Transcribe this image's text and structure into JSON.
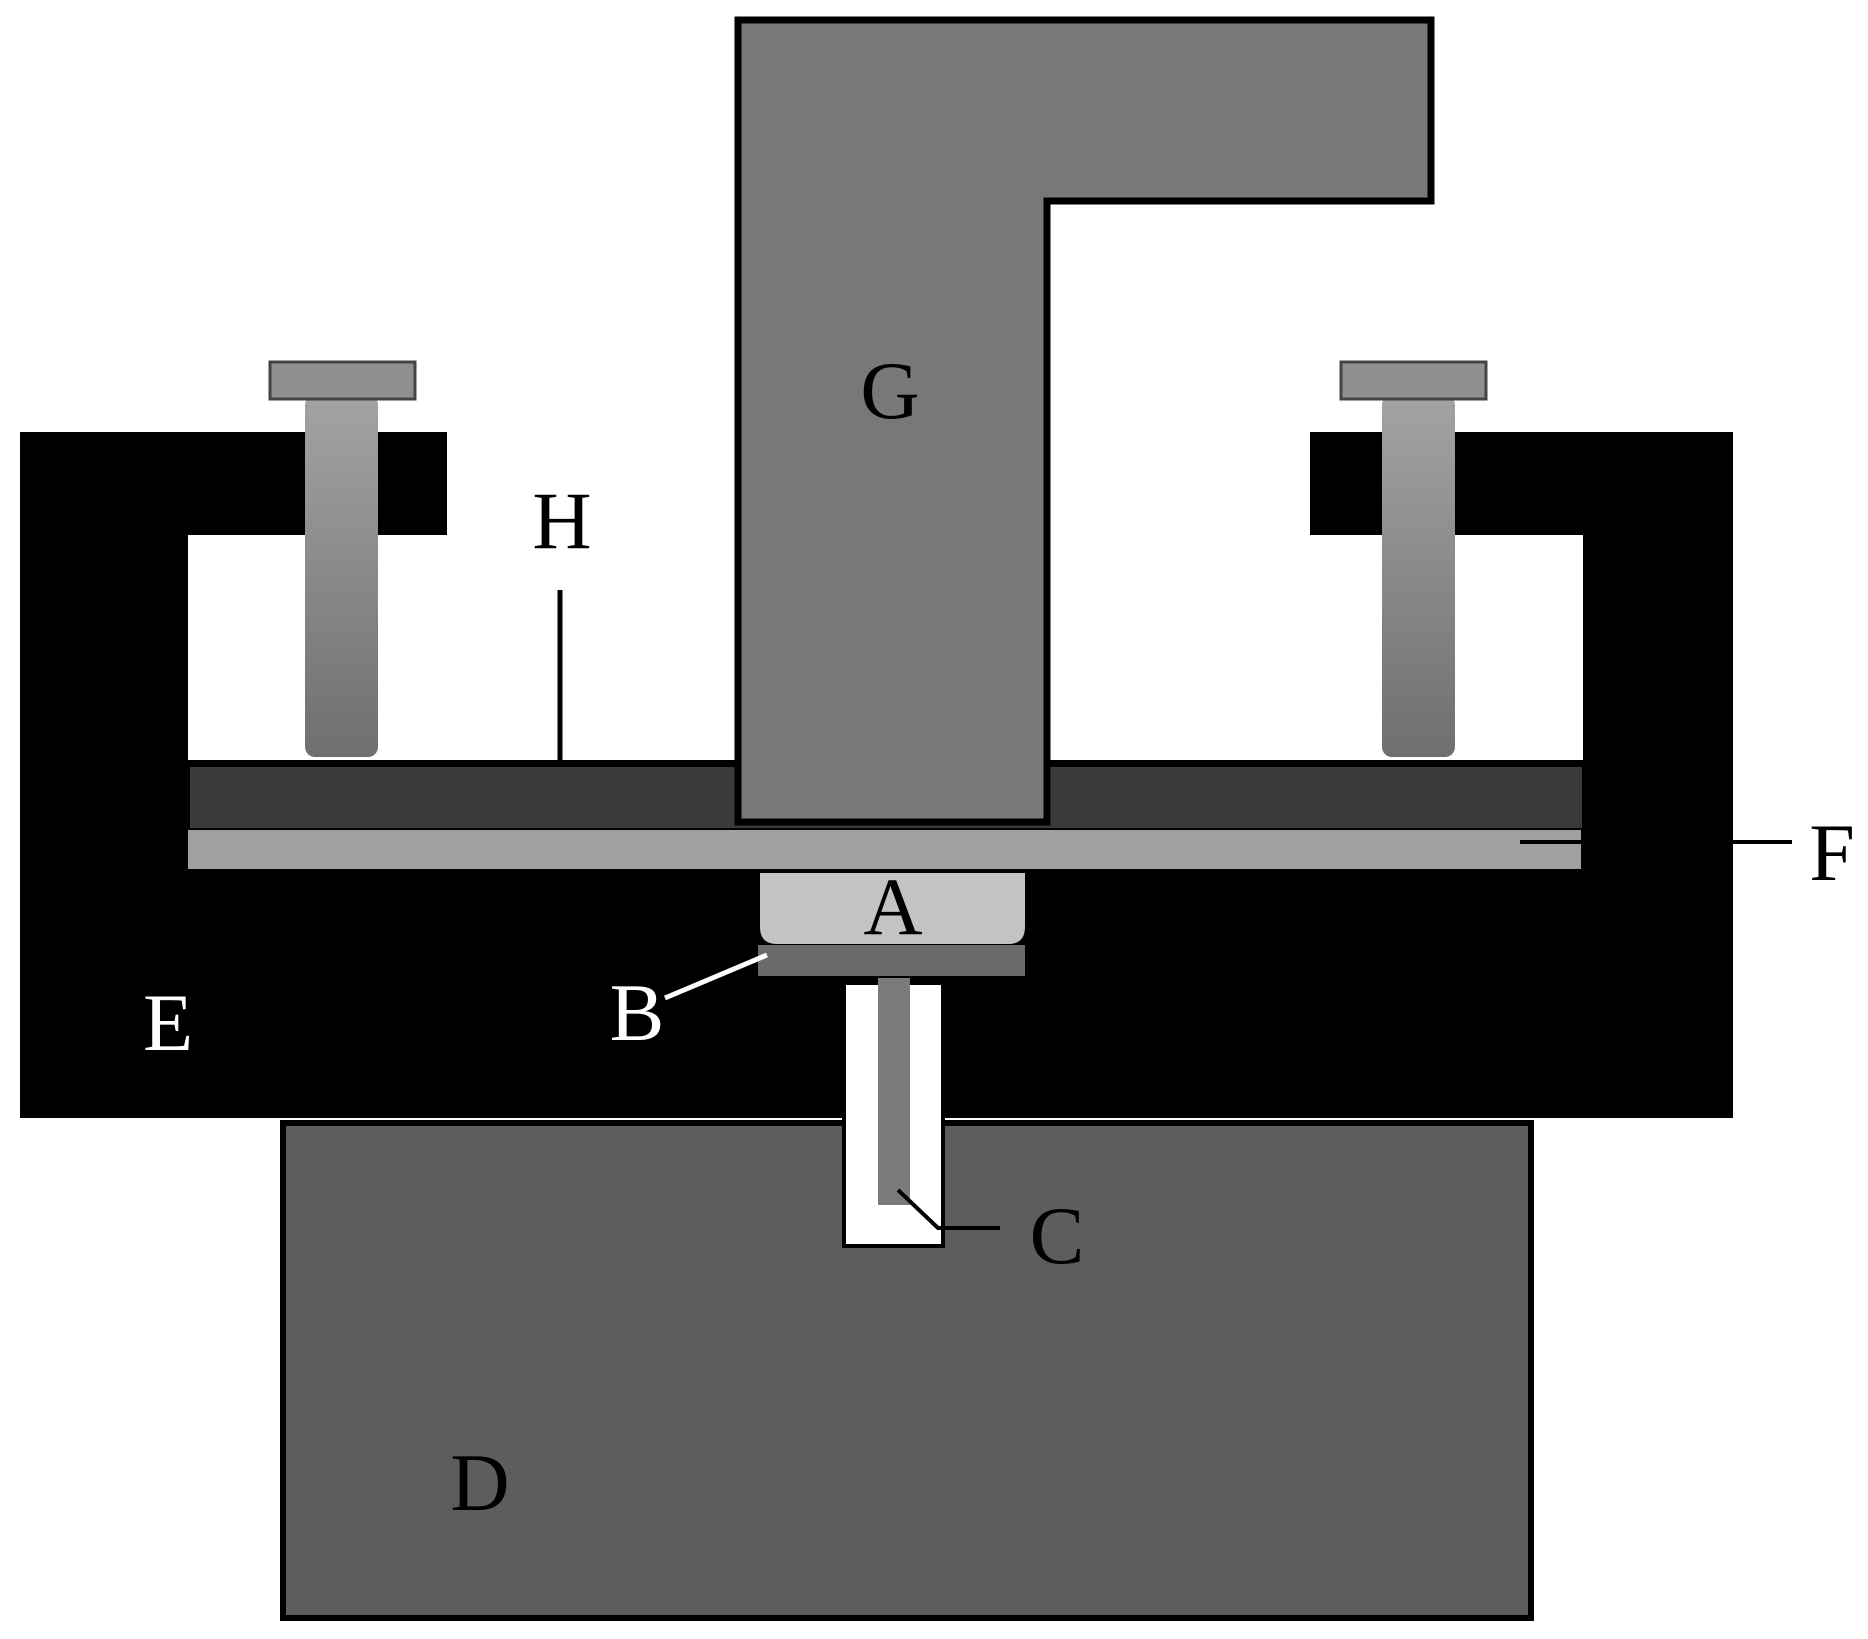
{
  "diagram": {
    "labels": {
      "A": "A",
      "B": "B",
      "C": "C",
      "D": "D",
      "E": "E",
      "F": "F",
      "G": "G",
      "H": "H"
    },
    "colors": {
      "frame": "#000000",
      "base_block": "#5d5d5d",
      "bar_G": "#787878",
      "top_plate": "#3a3a3a",
      "membrane": "#a0a0a0",
      "insert_A": "#c3c3c3",
      "layer_B": "#6a6a6a",
      "probe_C": "#7a7a7a",
      "screw_head": "#8f8f8f",
      "screw_shank": "#8a8a8a",
      "background": "#ffffff"
    }
  }
}
